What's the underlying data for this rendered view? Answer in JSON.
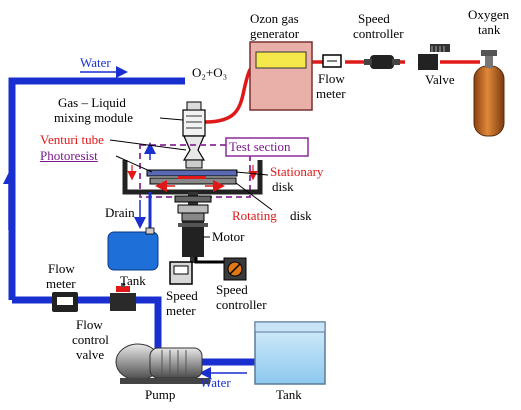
{
  "labels": {
    "ozon_gas_generator_line1": "Ozon gas",
    "ozon_gas_generator_line2": "generator",
    "speed_controller_top_line1": "Speed",
    "speed_controller_top_line2": "controller",
    "oxygen_tank_line1": "Oxygen",
    "oxygen_tank_line2": "tank",
    "flow_meter_top_line1": "Flow",
    "flow_meter_top_line2": "meter",
    "valve": "Valve",
    "o2_o3": "O₂+O₃",
    "water_top": "Water",
    "gas_liquid_line1": "Gas – Liquid",
    "gas_liquid_line2": "mixing module",
    "venturi_tube": "Venturi tube",
    "photoresist": "Photoresist",
    "test_section": "Test section",
    "stationary_disk_line1": "Stationary",
    "stationary_disk_line2": "disk",
    "rotating_word": "Rotating",
    "disk_word": "disk",
    "drain": "Drain",
    "motor": "Motor",
    "tank_left": "Tank",
    "speed_meter_line1": "Speed",
    "speed_meter_line2": "meter",
    "speed_controller_bottom_line1": "Speed",
    "speed_controller_bottom_line2": "controller",
    "flow_meter_left_line1": "Flow",
    "flow_meter_left_line2": "meter",
    "flow_control_valve_line1": "Flow",
    "flow_control_valve_line2": "control",
    "flow_control_valve_line3": "valve",
    "water_bottom": "Water",
    "pump": "Pump",
    "tank_right": "Tank"
  },
  "colors": {
    "water_pipe": "#1a2fd0",
    "gas_pipe": "#e01818",
    "ozon_box": "#e8b0a8",
    "ozon_screen": "#f4e84a",
    "tank_blue": "#1f6fd8",
    "tank_light": "#a8d4f0",
    "oxygen": "#c0621c",
    "test_section": "#8c2a9c"
  }
}
